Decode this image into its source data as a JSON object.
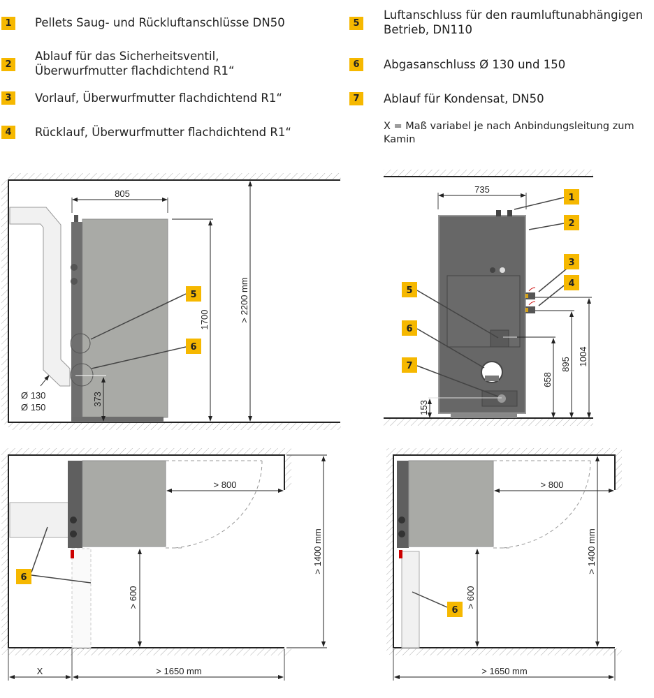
{
  "legend": [
    {
      "num": "1",
      "text": "Pellets Saug- und Rückluftanschlüsse DN50"
    },
    {
      "num": "2",
      "text_line1": "Ablauf für das Sicherheitsventil,",
      "text_line2": "Überwurfmutter flachdichtend R1“"
    },
    {
      "num": "3",
      "text": "Vorlauf, Überwurfmutter flachdichtend R1“"
    },
    {
      "num": "4",
      "text": "Rücklauf, Überwurfmutter flachdichtend R1“"
    },
    {
      "num": "5",
      "text_line1": "Luftanschluss für den raumluftunabhängigen",
      "text_line2": "Betrieb, DN110"
    },
    {
      "num": "6",
      "text": "Abgasanschluss Ø 130 und 150"
    },
    {
      "num": "7",
      "text": "Ablauf für Kondensat, DN50"
    }
  ],
  "note": {
    "line1": "X = Maß variabel je nach Anbindungsleitung zum",
    "line2": "Kamin"
  },
  "side_view": {
    "width": "805",
    "height": "1700",
    "room_height": "> 2200 mm",
    "flue_height": "373",
    "diam1": "Ø 130",
    "diam2": "Ø 150",
    "callouts": [
      "5",
      "6"
    ]
  },
  "rear_view": {
    "width": "735",
    "h153": "153",
    "h658": "658",
    "h895": "895",
    "h1004": "1004",
    "callouts": [
      "1",
      "2",
      "3",
      "4",
      "5",
      "6",
      "7"
    ]
  },
  "plan_left": {
    "clearance_front": "> 800",
    "clearance_side": "> 600",
    "depth": "> 1400 mm",
    "x_label": "X",
    "width": "> 1650 mm",
    "callout": "6"
  },
  "plan_right": {
    "clearance_front": "> 800",
    "clearance_side": "> 600",
    "depth": "> 1400 mm",
    "width": "> 1650 mm",
    "callout": "6"
  },
  "colors": {
    "badge": "#f6b800",
    "boiler_grey": "#a9aaa6",
    "boiler_dark": "#676767"
  }
}
